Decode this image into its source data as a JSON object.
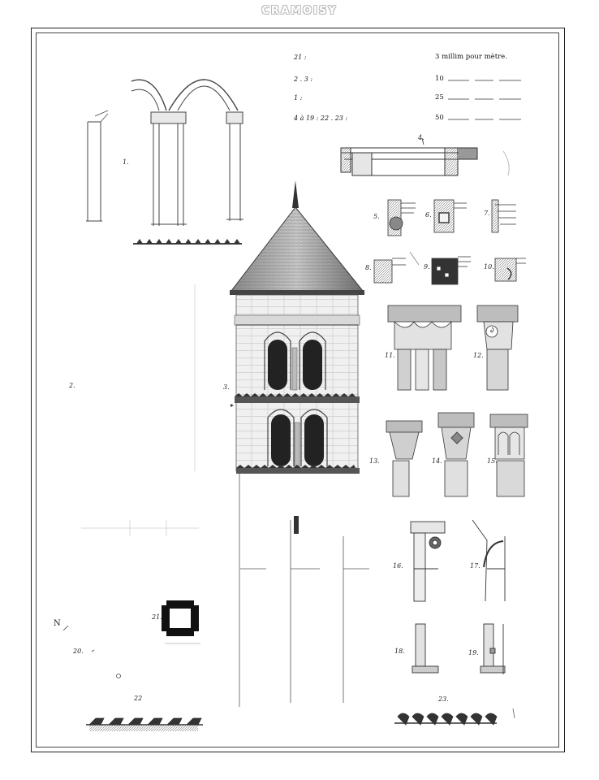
{
  "header": {
    "title": "CRAMOISY"
  },
  "scale": {
    "rows": [
      {
        "ref": "21 :",
        "value": "3  millim  pour  mètre."
      },
      {
        "ref": "2 . 3 :",
        "value": "10"
      },
      {
        "ref": "1 :",
        "value": "25"
      },
      {
        "ref": "4 à 19 : 22 . 23 :",
        "value": "50"
      }
    ]
  },
  "figures": {
    "f1": "1.",
    "f2": "2.",
    "f3": "3.",
    "f4": "4.",
    "f5": "5.",
    "f6": "6.",
    "f7": "7.",
    "f8": "8.",
    "f9": "9.",
    "f10": "10.",
    "f11": "11.",
    "f12": "12.",
    "f13": "13.",
    "f14": "14.",
    "f15": "15.",
    "f16": "16.",
    "f17": "17.",
    "f18": "18.",
    "f19": "19.",
    "f20": "20.",
    "f21": "21.",
    "f22": "22",
    "f23": "23.",
    "north": "N"
  }
}
